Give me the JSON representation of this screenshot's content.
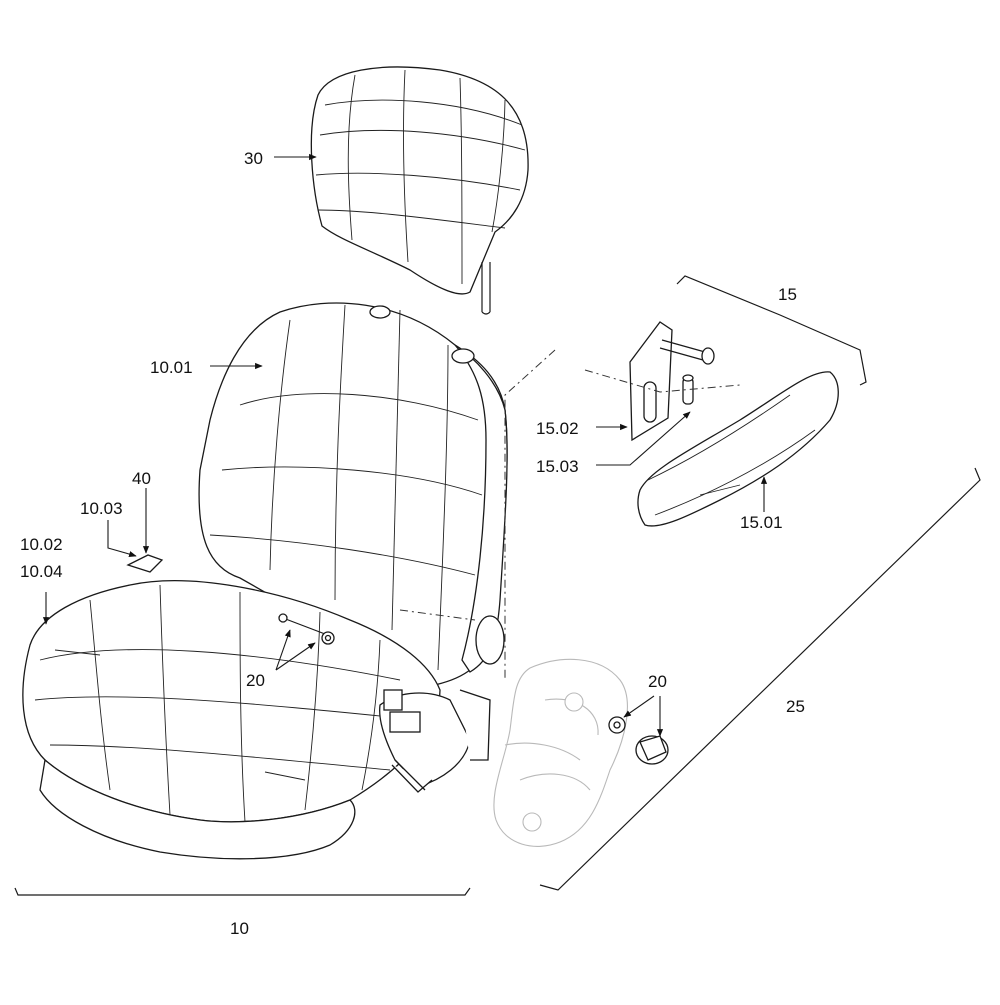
{
  "diagram": {
    "callouts": [
      {
        "id": "headrest",
        "text": "30"
      },
      {
        "id": "backrest",
        "text": "10.01"
      },
      {
        "id": "armrest-group",
        "text": "15"
      },
      {
        "id": "armrest-bracket",
        "text": "15.02"
      },
      {
        "id": "armrest-pin",
        "text": "15.03"
      },
      {
        "id": "armrest-pad",
        "text": "15.01"
      },
      {
        "id": "lever",
        "text": "40"
      },
      {
        "id": "lever-part",
        "text": "10.03"
      },
      {
        "id": "cushion-part-a",
        "text": "10.02"
      },
      {
        "id": "cushion-part-b",
        "text": "10.04"
      },
      {
        "id": "bolts-left",
        "text": "20"
      },
      {
        "id": "bolts-right",
        "text": "20"
      },
      {
        "id": "side-panel-group",
        "text": "25"
      },
      {
        "id": "seat-group",
        "text": "10"
      }
    ]
  }
}
